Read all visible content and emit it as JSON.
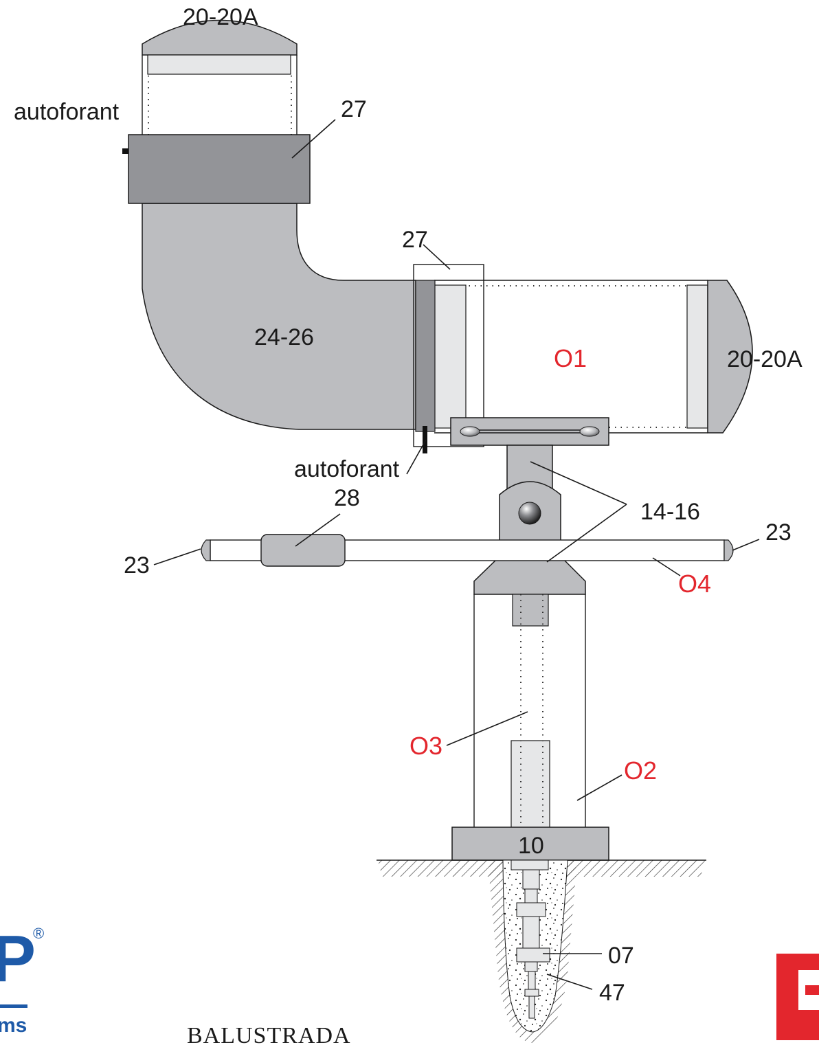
{
  "labels": {
    "top_cap": "20-20A",
    "right_cap": "20-20A",
    "autoforant_top": "autoforant",
    "autoforant_mid": "autoforant",
    "ring_top": "27",
    "ring_mid": "27",
    "elbow": "24-26",
    "tube_o1": "O1",
    "bracket": "14-16",
    "rail_ring": "28",
    "end_cap_left": "23",
    "end_cap_right": "23",
    "tube_o4": "O4",
    "tube_o3": "O3",
    "tube_o2": "O2",
    "base_plate": "10",
    "anchor_rod": "07",
    "grout": "47",
    "title": "BALUSTRADA"
  },
  "brand": {
    "logo_letter": "P",
    "registered": "®",
    "logo_tail": "ms"
  },
  "colors": {
    "steel_dark": "#939498",
    "steel_mid": "#bcbdc0",
    "steel_light": "#e6e7e8",
    "outline": "#1a1a1a",
    "accent_red": "#e3262d",
    "brand_blue": "#1e5aa8"
  }
}
